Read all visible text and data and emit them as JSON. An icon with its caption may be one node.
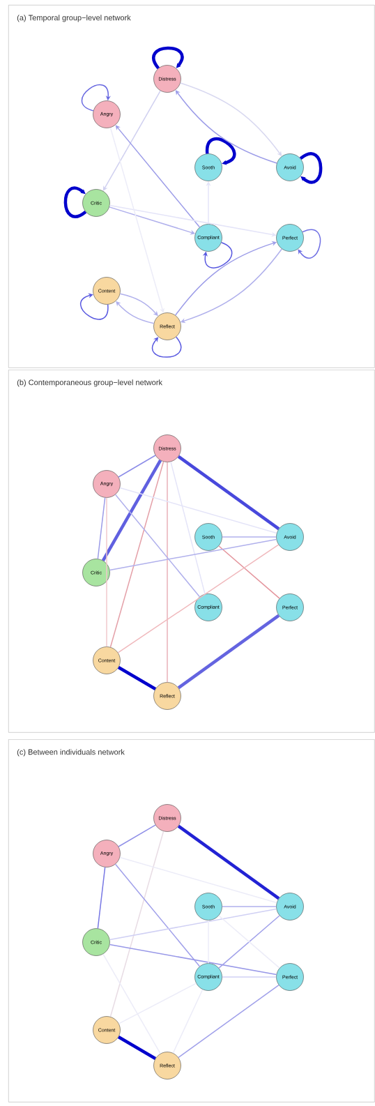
{
  "diagram": {
    "nodes": [
      {
        "text": [
          "(a) Temporal group−level network"
        ]
      },
      {
        "text": [
          "Distress"
        ],
        "in": 0
      },
      {
        "text": [
          "Angry"
        ],
        "in": 0
      },
      {
        "text": [
          "Sooth"
        ],
        "in": 0
      },
      {
        "text": [
          "Avoid"
        ],
        "in": 0
      },
      {
        "text": [
          "Critic"
        ],
        "in": 0
      },
      {
        "text": [
          "Compliant"
        ],
        "in": 0
      },
      {
        "text": [
          "Perfect"
        ],
        "in": 0
      },
      {
        "text": [
          "Content"
        ],
        "in": 0
      },
      {
        "text": [
          "Reflect"
        ],
        "in": 0
      },
      {
        "text": [
          "(b) Contemporaneous group−level network"
        ]
      },
      {
        "text": [
          "Distress"
        ],
        "in": 10
      },
      {
        "text": [
          "Angry"
        ],
        "in": 10
      },
      {
        "text": [
          "Sooth"
        ],
        "in": 10
      },
      {
        "text": [
          "Avoid"
        ],
        "in": 10
      },
      {
        "text": [
          "Critic"
        ],
        "in": 10
      },
      {
        "text": [
          "Compliant"
        ],
        "in": 10
      },
      {
        "text": [
          "Perfect"
        ],
        "in": 10
      },
      {
        "text": [
          "Content"
        ],
        "in": 10
      },
      {
        "text": [
          "Reflect"
        ],
        "in": 10
      },
      {
        "text": [
          "(c) Between individuals network"
        ]
      },
      {
        "text": [
          "Distress"
        ],
        "in": 20
      },
      {
        "text": [
          "Angry"
        ],
        "in": 20
      },
      {
        "text": [
          "Sooth"
        ],
        "in": 20
      },
      {
        "text": [
          "Avoid"
        ],
        "in": 20
      },
      {
        "text": [
          "Critic"
        ],
        "in": 20
      },
      {
        "text": [
          "Compliant"
        ],
        "in": 20
      },
      {
        "text": [
          "Perfect"
        ],
        "in": 20
      },
      {
        "text": [
          "Content"
        ],
        "in": 20
      },
      {
        "text": [
          "Reflect"
        ],
        "in": 20
      }
    ],
    "edges": [
      {
        "from": 1,
        "to": 1,
        "arrow": "to",
        "style": "thick",
        "color": "#0000cc"
      },
      {
        "from": 2,
        "to": 2,
        "arrow": "to",
        "color": "#6868e0"
      },
      {
        "from": 3,
        "to": 3,
        "arrow": "to",
        "style": "thick",
        "color": "#0000cc"
      },
      {
        "from": 4,
        "to": 4,
        "arrow": "to",
        "style": "thick",
        "color": "#0000cc"
      },
      {
        "from": 5,
        "to": 5,
        "arrow": "to",
        "style": "thick",
        "color": "#0000cc"
      },
      {
        "from": 6,
        "to": 6,
        "arrow": "to",
        "color": "#5858e0"
      },
      {
        "from": 7,
        "to": 7,
        "arrow": "to",
        "color": "#7070e4"
      },
      {
        "from": 8,
        "to": 8,
        "arrow": "to",
        "color": "#5858e0"
      },
      {
        "from": 9,
        "to": 9,
        "arrow": "to",
        "color": "#5858e0"
      },
      {
        "from": 4,
        "to": 1,
        "arrow": "to",
        "color": "#9c9ce8"
      },
      {
        "from": 1,
        "to": 4,
        "arrow": "to",
        "color": "#d8d8f0"
      },
      {
        "from": 1,
        "to": 5,
        "arrow": "to",
        "color": "#d0d0f0"
      },
      {
        "from": 6,
        "to": 2,
        "arrow": "to",
        "color": "#9c9ce8"
      },
      {
        "from": 6,
        "to": 3,
        "arrow": "to",
        "color": "#e4e4f8"
      },
      {
        "from": 5,
        "to": 6,
        "arrow": "to"
      },
      {
        "from": 5,
        "to": 7,
        "arrow": "to",
        "color": "#e4e4f8"
      },
      {
        "from": 7,
        "to": 9,
        "arrow": "to"
      },
      {
        "from": 9,
        "to": 7,
        "arrow": "to",
        "color": "#9c9ce8"
      },
      {
        "from": 9,
        "to": 8,
        "arrow": "to"
      },
      {
        "from": 8,
        "to": 9,
        "arrow": "to"
      },
      {
        "from": 2,
        "to": 9,
        "arrow": "to",
        "color": "#ececf8"
      },
      {
        "from": 11,
        "to": 14,
        "arrow": "none",
        "style": "thick",
        "color": "#4848dc"
      },
      {
        "from": 11,
        "to": 12,
        "arrow": "none",
        "color": "#8c8ce8"
      },
      {
        "from": 11,
        "to": 15,
        "arrow": "none",
        "style": "thick",
        "color": "#6060e0"
      },
      {
        "from": 11,
        "to": 18,
        "arrow": "none",
        "color": "#e4a0a8"
      },
      {
        "from": 11,
        "to": 19,
        "arrow": "none",
        "color": "#e8b0b8"
      },
      {
        "from": 11,
        "to": 16,
        "arrow": "none",
        "color": "#e4e4f8"
      },
      {
        "from": 12,
        "to": 15,
        "arrow": "none",
        "color": "#9c9ce8"
      },
      {
        "from": 12,
        "to": 18,
        "arrow": "none",
        "color": "#f0c8cc"
      },
      {
        "from": 12,
        "to": 16,
        "arrow": "none"
      },
      {
        "from": 12,
        "to": 14,
        "arrow": "none",
        "color": "#e4e4f8"
      },
      {
        "from": 13,
        "to": 14,
        "arrow": "none"
      },
      {
        "from": 13,
        "to": 17,
        "arrow": "none",
        "color": "#e4949c"
      },
      {
        "from": 15,
        "to": 14,
        "arrow": "none"
      },
      {
        "from": 14,
        "to": 18,
        "arrow": "none",
        "color": "#f0b8bc"
      },
      {
        "from": 18,
        "to": 19,
        "arrow": "none",
        "style": "thick",
        "color": "#0000cc"
      },
      {
        "from": 17,
        "to": 19,
        "arrow": "none",
        "style": "thick",
        "color": "#6464e0"
      },
      {
        "from": 21,
        "to": 24,
        "arrow": "none",
        "style": "thick",
        "color": "#2222d4"
      },
      {
        "from": 21,
        "to": 22,
        "arrow": "none",
        "color": "#9090e8"
      },
      {
        "from": 21,
        "to": 28,
        "arrow": "none",
        "color": "#e8dce4"
      },
      {
        "from": 22,
        "to": 25,
        "arrow": "none",
        "color": "#7878e4"
      },
      {
        "from": 22,
        "to": 26,
        "arrow": "none",
        "color": "#a0a0ea"
      },
      {
        "from": 22,
        "to": 24,
        "arrow": "none",
        "color": "#ececf8"
      },
      {
        "from": 25,
        "to": 24,
        "arrow": "none",
        "color": "#d0d0f4"
      },
      {
        "from": 25,
        "to": 27,
        "arrow": "none",
        "color": "#9898e8"
      },
      {
        "from": 23,
        "to": 24,
        "arrow": "none"
      },
      {
        "from": 24,
        "to": 26,
        "arrow": "none",
        "color": "#a0a0ea"
      },
      {
        "from": 26,
        "to": 27,
        "arrow": "none",
        "color": "#d0d0f4"
      },
      {
        "from": 27,
        "to": 29,
        "arrow": "none",
        "color": "#a0a0ea"
      },
      {
        "from": 28,
        "to": 29,
        "arrow": "none",
        "style": "thick",
        "color": "#0000cc"
      },
      {
        "from": 25,
        "to": 29,
        "arrow": "none",
        "color": "#ececf8"
      },
      {
        "from": 28,
        "to": 26,
        "arrow": "none",
        "color": "#ececf8"
      },
      {
        "from": 23,
        "to": 27,
        "arrow": "none",
        "color": "#ececf8"
      },
      {
        "from": 29,
        "to": 26,
        "arrow": "none",
        "color": "#ececf8"
      },
      {
        "from": 23,
        "to": 26,
        "arrow": "none",
        "color": "#ececf8"
      }
    ]
  }
}
